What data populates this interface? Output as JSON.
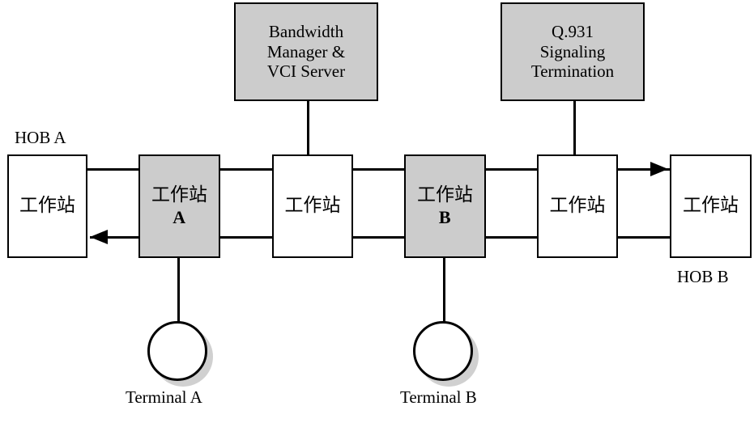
{
  "diagram": {
    "title": "HOB network with bandwidth manager and Q.931 signaling",
    "colors": {
      "fill_gray": "#cccccc",
      "fill_white": "#ffffff",
      "stroke": "#000000",
      "shadow": "#d0d0d0"
    },
    "service_boxes": [
      {
        "id": "bandwidth-manager",
        "label": "Bandwidth\nManager &\nVCI Server",
        "fill": "#cccccc"
      },
      {
        "id": "q931-signaling",
        "label": "Q.931\nSignaling\nTermination",
        "fill": "#cccccc"
      }
    ],
    "workstations": [
      {
        "id": "hob-a",
        "label": "工作站",
        "sub": "",
        "fill": "#ffffff"
      },
      {
        "id": "workstation-a",
        "label": "工作站",
        "sub": "A",
        "fill": "#cccccc"
      },
      {
        "id": "workstation-mid-left",
        "label": "工作站",
        "sub": "",
        "fill": "#ffffff"
      },
      {
        "id": "workstation-b",
        "label": "工作站",
        "sub": "B",
        "fill": "#cccccc"
      },
      {
        "id": "workstation-mid-right",
        "label": "工作站",
        "sub": "",
        "fill": "#ffffff"
      },
      {
        "id": "hob-b",
        "label": "工作站",
        "sub": "",
        "fill": "#ffffff"
      }
    ],
    "node_labels": {
      "hob_a": "HOB A",
      "hob_b": "HOB B"
    },
    "terminals": [
      {
        "id": "terminal-a",
        "label": "Terminal A"
      },
      {
        "id": "terminal-b",
        "label": "Terminal B"
      }
    ]
  }
}
